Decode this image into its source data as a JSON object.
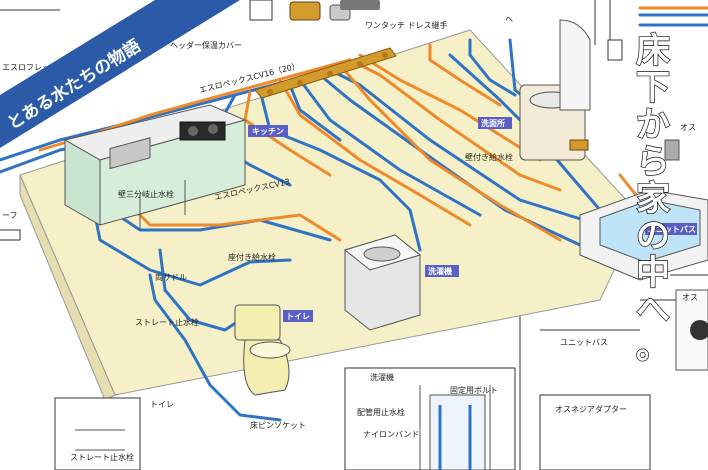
{
  "banner": {
    "text": "とある水たちの物語"
  },
  "headline": {
    "chars": [
      "床",
      "下",
      "か",
      "ら",
      "家",
      "の",
      "中",
      "へ",
      "。"
    ]
  },
  "labels": {
    "pipe_top": "エスロペックスCV16（20）",
    "pipe_mid": "エスロペックスCV13",
    "fixed_faucet_1": "壁三分岐止水栓",
    "fixed_faucet_2": "座付き給水栓",
    "fixed_faucet_3": "壁付き給水栓",
    "saddle": "両サドル",
    "straight_valve": "ストレート止水栓",
    "socket": "床ピンソケット",
    "cover": "ヘッダー保温カバー",
    "connector": "ワンタッチ ドレス継手",
    "flex": "エスロフレックス",
    "flex_short": "ーフ",
    "toilet_tag": "トイレ",
    "toilet_small": "トイレ",
    "straight_small": "ストレート止水栓",
    "kitchen_tag": "キッチン",
    "wash_tag": "洗面所",
    "laundry_tag": "洗濯機",
    "bath_tag": "ユニットバス",
    "unitbath_small": "ユニットバス",
    "os_label": "オス",
    "os_label2": "オス",
    "header_small": "ヘ",
    "wash_small": "洗濯機",
    "fixed_bolt": "固定用ボルト",
    "pipe_support": "配管用止水栓",
    "band": "ナイロンバンド",
    "adapter": "オスネジアダプター"
  },
  "colors": {
    "floor": "#f5f0c8",
    "blue_pipe": "#2f73c4",
    "orange_pipe": "#ee8a2a",
    "banner": "#2a5aa8",
    "room_tag": "#5a5fc4",
    "header_brass": "#d39b2b"
  }
}
